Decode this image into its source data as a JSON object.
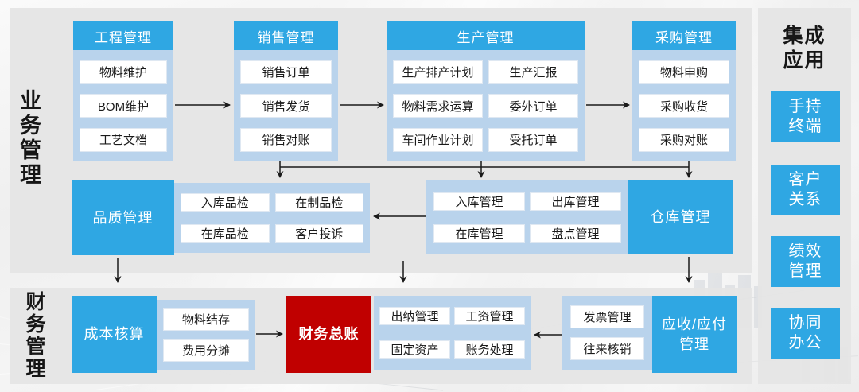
{
  "colors": {
    "accent-blue": "#2FA7E3",
    "container-blue": "#B9D3EC",
    "ledger-red": "#C00000",
    "panel-gray": "#E5E5E5",
    "arrow-black": "#1A1A1A"
  },
  "sections": {
    "business": {
      "label": "业务管理"
    },
    "finance": {
      "label": "财务管理"
    },
    "integration": {
      "label": "集成\n应用",
      "items": [
        {
          "label": "手持\n终端"
        },
        {
          "label": "客户\n关系"
        },
        {
          "label": "绩效\n管理"
        },
        {
          "label": "协同\n办公"
        }
      ]
    }
  },
  "groups": {
    "engineering": {
      "title": "工程管理",
      "items": [
        "物料维护",
        "BOM维护",
        "工艺文档"
      ]
    },
    "sales": {
      "title": "销售管理",
      "items": [
        "销售订单",
        "销售发货",
        "销售对账"
      ]
    },
    "production": {
      "title": "生产管理",
      "items": [
        "生产排产计划",
        "生产汇报",
        "物料需求运算",
        "委外订单",
        "车间作业计划",
        "受托订单"
      ]
    },
    "purchasing": {
      "title": "采购管理",
      "items": [
        "物料申购",
        "采购收货",
        "采购对账"
      ]
    },
    "quality": {
      "title": "品质管理",
      "items": [
        "入库品检",
        "在制品检",
        "在库品检",
        "客户投诉"
      ]
    },
    "warehouse": {
      "title": "仓库管理",
      "items": [
        "入库管理",
        "出库管理",
        "在库管理",
        "盘点管理"
      ]
    },
    "cost_accounting": {
      "title": "成本核算",
      "items": [
        "物料结存",
        "费用分摊"
      ]
    },
    "general_ledger": {
      "title": "财务总账"
    },
    "accounting": {
      "items": [
        "出纳管理",
        "工资管理",
        "固定资产",
        "账务处理"
      ]
    },
    "receivable_payable": {
      "title": "应收/应付\n管理",
      "items": [
        "发票管理",
        "往来核销"
      ]
    }
  }
}
